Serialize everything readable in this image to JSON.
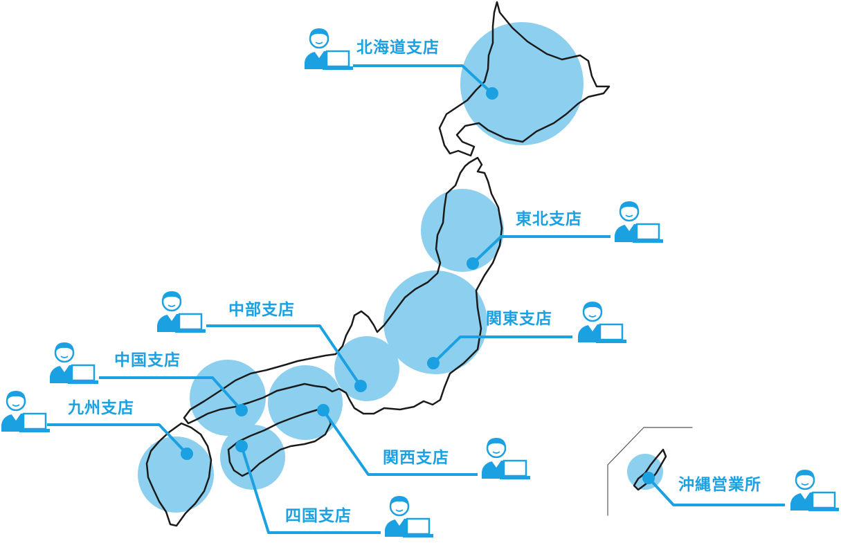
{
  "colors": {
    "accent": "#1ba1e2",
    "region_fill": "#8ccfee",
    "map_outline": "#1a1a1a",
    "label_text": "#1ba1e2"
  },
  "staff_icon": "office-worker-at-laptop-icon",
  "branches": [
    {
      "id": "hokkaido",
      "label": "北海道支店"
    },
    {
      "id": "tohoku",
      "label": "東北支店"
    },
    {
      "id": "kanto",
      "label": "関東支店"
    },
    {
      "id": "chubu",
      "label": "中部支店"
    },
    {
      "id": "chugoku",
      "label": "中国支店"
    },
    {
      "id": "kyushu",
      "label": "九州支店"
    },
    {
      "id": "kansai",
      "label": "関西支店"
    },
    {
      "id": "shikoku",
      "label": "四国支店"
    },
    {
      "id": "okinawa",
      "label": "沖縄営業所"
    }
  ]
}
